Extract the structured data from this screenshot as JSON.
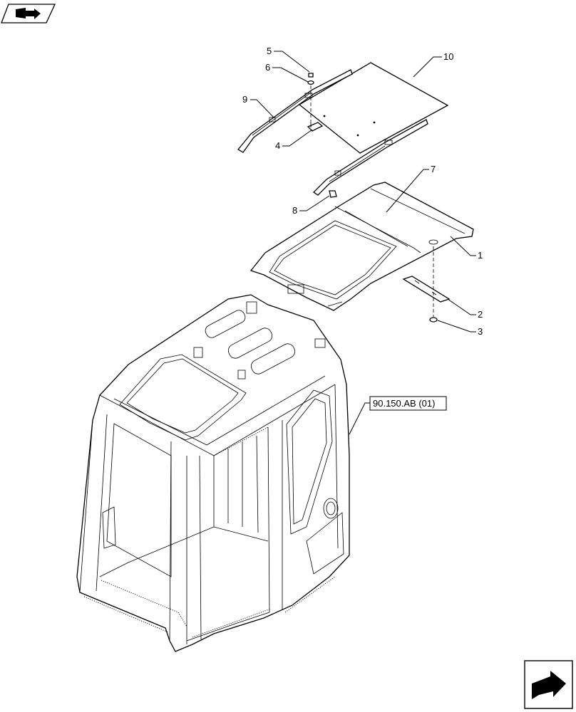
{
  "callouts": {
    "c1": "1",
    "c2": "2",
    "c3": "3",
    "c4": "4",
    "c5": "5",
    "c6": "6",
    "c7": "7",
    "c8": "8",
    "c9": "9",
    "c10": "10"
  },
  "reference_label": "90.150.AB (01)",
  "icons": {
    "top_left": "book-arrow-icon",
    "bottom_right": "next-page-arrow-icon"
  }
}
